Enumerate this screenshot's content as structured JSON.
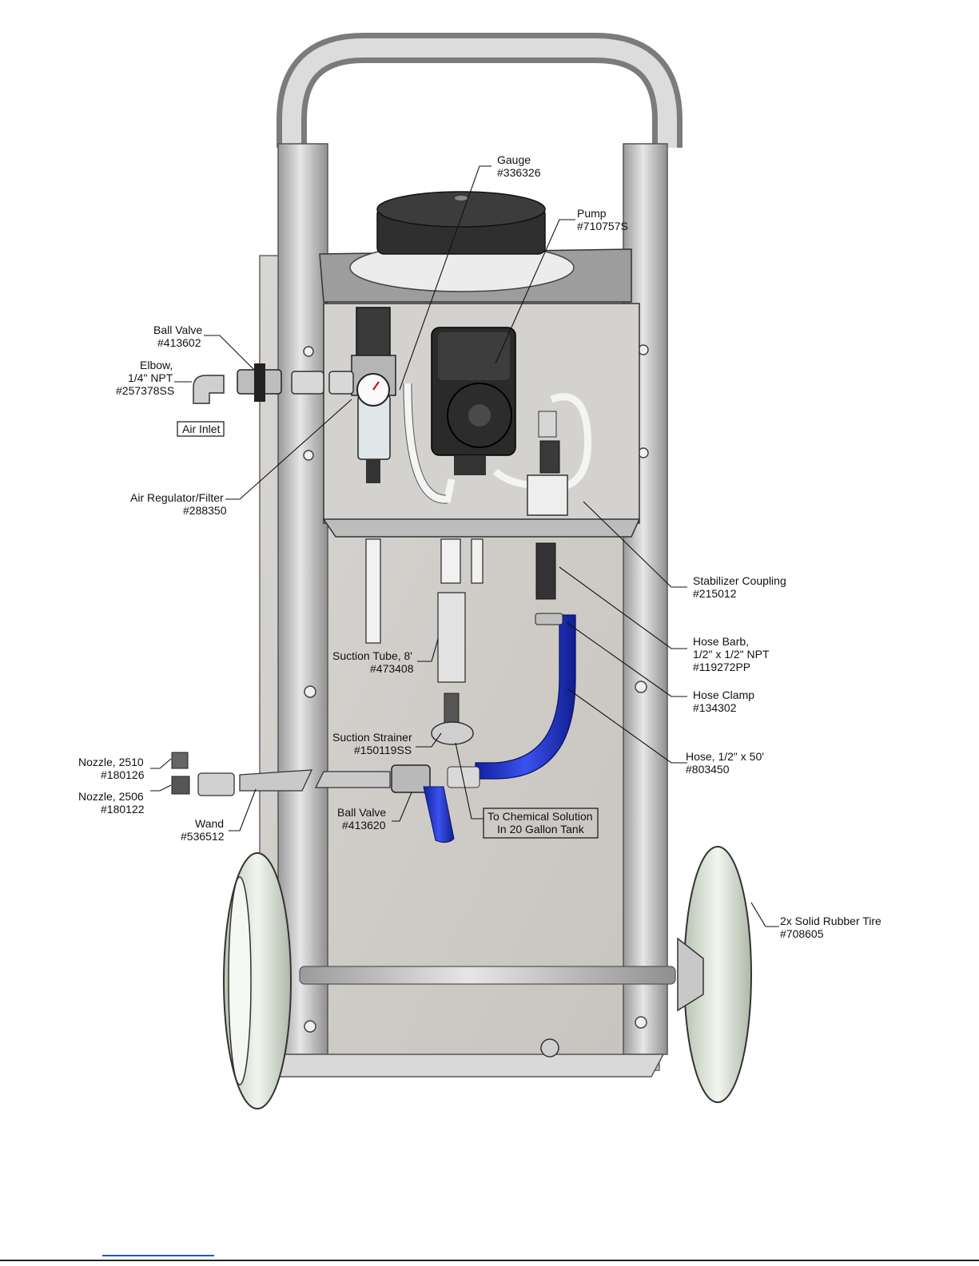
{
  "labels": {
    "gauge": [
      "Gauge",
      "#336326"
    ],
    "pump": [
      "Pump",
      "#710757S"
    ],
    "ball_valve_top": [
      "Ball Valve",
      "#413602"
    ],
    "elbow": [
      "Elbow,",
      "1/4\" NPT",
      "#257378SS"
    ],
    "air_inlet": "Air Inlet",
    "air_regulator": [
      "Air Regulator/Filter",
      "#288350"
    ],
    "stabilizer_coupling": [
      "Stabilizer Coupling",
      "#215012"
    ],
    "hose_barb": [
      "Hose Barb,",
      "1/2\" x 1/2\" NPT",
      "#119272PP"
    ],
    "hose_clamp": [
      "Hose Clamp",
      "#134302"
    ],
    "suction_tube": [
      "Suction Tube, 8'",
      "#473408"
    ],
    "suction_strainer": [
      "Suction Strainer",
      "#150119SS"
    ],
    "hose": [
      "Hose, 1/2\" x 50'",
      "#803450"
    ],
    "nozzle_2510": [
      "Nozzle, 2510",
      "#180126"
    ],
    "nozzle_2506": [
      "Nozzle, 2506",
      "#180122"
    ],
    "wand": [
      "Wand",
      "#536512"
    ],
    "ball_valve_bottom": [
      "Ball Valve",
      "#413620"
    ],
    "chemical_solution": [
      "To Chemical Solution",
      "In 20 Gallon Tank"
    ],
    "tire": [
      "2x Solid Rubber Tire",
      "#708605"
    ]
  },
  "colors": {
    "frame_metal": "#cfcfcf",
    "hose_blue": "#2233cc",
    "tire_green": "#e8efe4",
    "pump_black": "#2a2a2a"
  }
}
